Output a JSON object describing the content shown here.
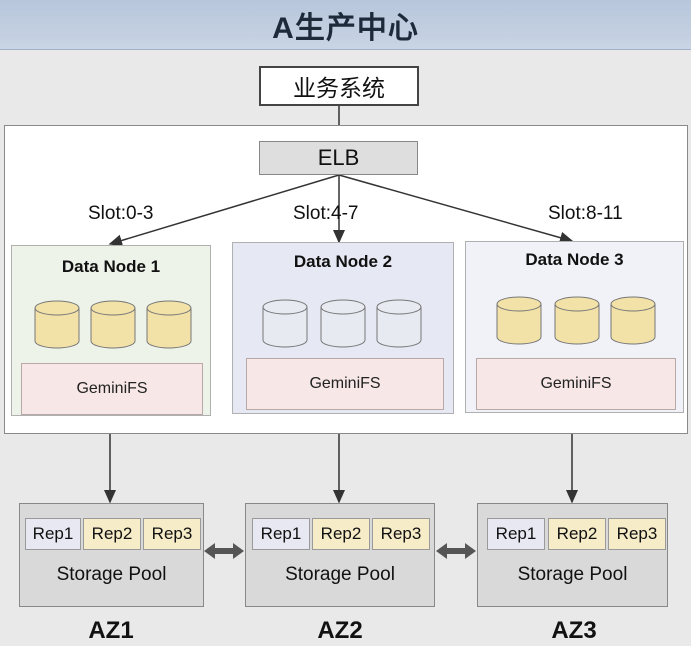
{
  "header": {
    "title": "A生产中心"
  },
  "business_system": "业务系统",
  "elb": "ELB",
  "slots": [
    "Slot:0-3",
    "Slot:4-7",
    "Slot:8-11"
  ],
  "nodes": [
    {
      "title": "Data Node 1",
      "fs": "GeminiFS",
      "disk_color": "#f3e2a8"
    },
    {
      "title": "Data Node 2",
      "fs": "GeminiFS",
      "disk_color": "#e8eaf2"
    },
    {
      "title": "Data Node 3",
      "fs": "GeminiFS",
      "disk_color": "#f3e2a8"
    }
  ],
  "node_bg": [
    "#eef3ea",
    "#e6e9f3",
    "#f0f2f8"
  ],
  "pools": [
    {
      "reps": [
        "Rep1",
        "Rep2",
        "Rep3"
      ],
      "label": "Storage Pool",
      "az": "AZ1"
    },
    {
      "reps": [
        "Rep1",
        "Rep2",
        "Rep3"
      ],
      "label": "Storage Pool",
      "az": "AZ2"
    },
    {
      "reps": [
        "Rep1",
        "Rep2",
        "Rep3"
      ],
      "label": "Storage Pool",
      "az": "AZ3"
    }
  ],
  "rep_colors": [
    "#e7e8f1",
    "#f6ecc8",
    "#f6ecc8"
  ]
}
